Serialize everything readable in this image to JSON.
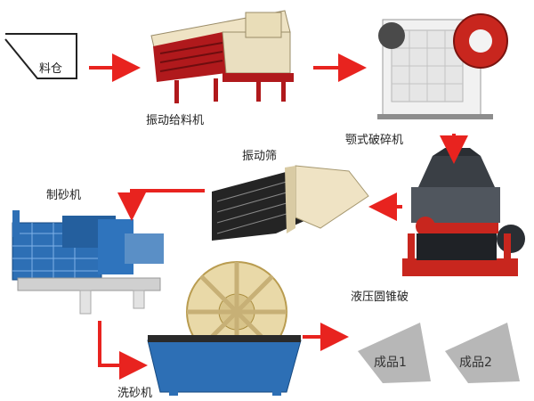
{
  "nodes": {
    "hopper": "料仓",
    "feeder": "振动给料机",
    "jaw": "颚式破碎机",
    "cone": "液压圆锥破",
    "screen": "振动筛",
    "sandmaker": "制砂机",
    "washer": "洗砂机",
    "product1": "成品1",
    "product2": "成品2"
  },
  "colors": {
    "arrow": "#e8231f",
    "machine_blue": "#2d6fb5",
    "machine_red": "#c8261e",
    "machine_cream": "#efe3c4",
    "pile_gray": "#b7b7b7"
  }
}
